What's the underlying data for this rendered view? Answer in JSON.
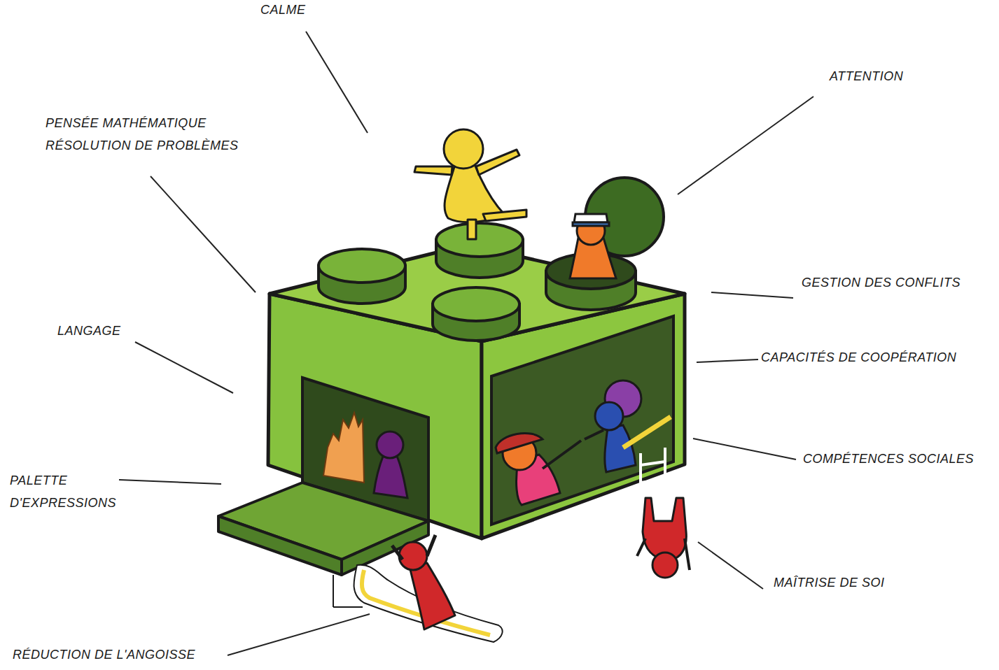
{
  "diagram": {
    "labels": [
      "CALME",
      "ATTENTION",
      "PENSÉE MATHÉMATIQUE RÉSOLUTION DE PROBLÈMES",
      "GESTION DES CONFLITS",
      "LANGAGE",
      "CAPACITÉS DE COOPÉRATION",
      "COMPÉTENCES SOCIALES",
      "PALETTE D'EXPRESSIONS",
      "MAÎTRISE DE SOI",
      "RÉDUCTION DE L'ANGOISSE"
    ]
  }
}
